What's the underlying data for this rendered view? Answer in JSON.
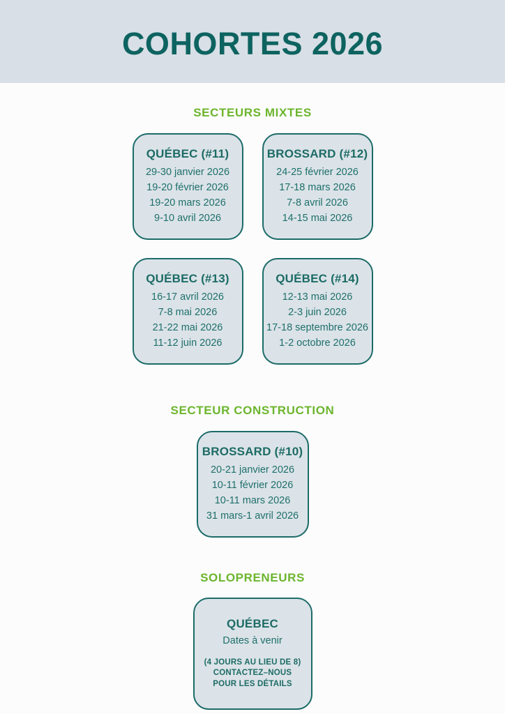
{
  "header": {
    "title": "COHORTES 2026",
    "band_color": "#d8dfe6",
    "title_color": "#0d6360"
  },
  "theme": {
    "page_background": "#fcfcfd",
    "section_heading_color": "#6cb52d",
    "card_background": "#dbe3e8",
    "card_border_color": "#1c6b68",
    "card_text_color": "#1f6f6b"
  },
  "sections": [
    {
      "heading": "SECTEURS MIXTES",
      "rows": [
        [
          {
            "title": "QUÉBEC (#11)",
            "dates": [
              "29-30 janvier 2026",
              "19-20 février 2026",
              "19-20 mars 2026",
              "9-10 avril 2026"
            ]
          },
          {
            "title": "BROSSARD (#12)",
            "dates": [
              "24-25 février 2026",
              "17-18 mars 2026",
              "7-8 avril 2026",
              "14-15 mai 2026"
            ]
          }
        ],
        [
          {
            "title": "QUÉBEC (#13)",
            "dates": [
              "16-17 avril 2026",
              "7-8 mai 2026",
              "21-22 mai 2026",
              "11-12 juin 2026"
            ]
          },
          {
            "title": "QUÉBEC (#14)",
            "dates": [
              "12-13 mai 2026",
              "2-3 juin 2026",
              "17-18 septembre 2026",
              "1-2 octobre 2026"
            ]
          }
        ]
      ]
    },
    {
      "heading": "SECTEUR CONSTRUCTION",
      "card": {
        "title": "BROSSARD (#10)",
        "dates": [
          "20-21 janvier 2026",
          "10-11 février 2026",
          "10-11 mars 2026",
          "31 mars-1 avril 2026"
        ]
      }
    },
    {
      "heading": "SOLOPRENEURS",
      "card": {
        "title": "QUÉBEC",
        "subtitle": "Dates à venir",
        "notes": [
          "(4 JOURS AU LIEU DE 8)",
          "CONTACTEZ–NOUS",
          "POUR LES DÉTAILS"
        ]
      }
    }
  ]
}
